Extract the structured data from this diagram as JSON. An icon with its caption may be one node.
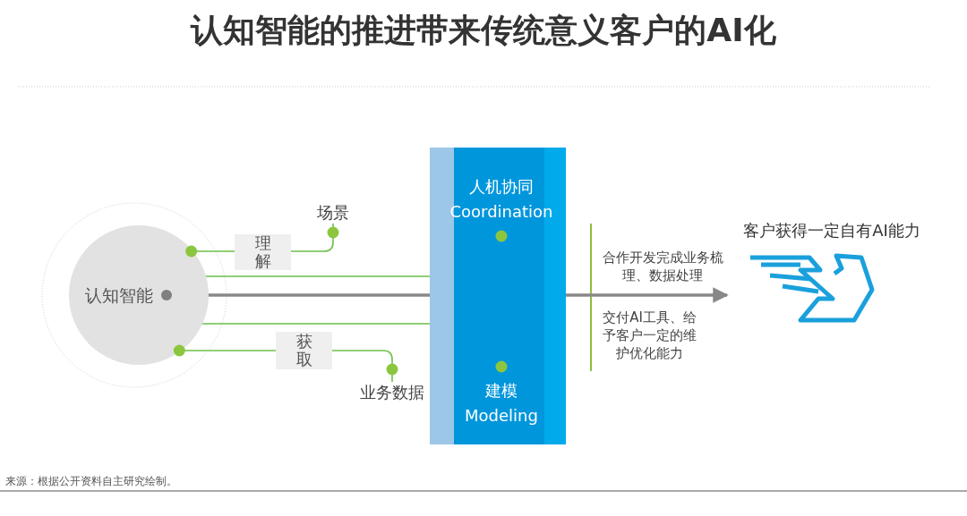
{
  "diagram": {
    "title": "认知智能的推进带来传统意义客户的AI化",
    "nodes": [
      {
        "text": [
          "认知智能"
        ]
      },
      {
        "text": [
          "理解"
        ]
      },
      {
        "text": [
          "场景"
        ]
      },
      {
        "text": [
          "获取"
        ]
      },
      {
        "text": [
          "业务数据"
        ]
      },
      {
        "text": [],
        "shape": "bar"
      },
      {
        "text": [
          "人机协同",
          "Coordination"
        ],
        "in": 5
      },
      {
        "text": [
          "建模",
          "Modeling"
        ],
        "in": 5
      },
      {
        "text": [
          "客户获得一定自有AI能力"
        ]
      }
    ],
    "edges": [
      {
        "from": 0,
        "to": 1,
        "arrow": "none"
      },
      {
        "from": 1,
        "to": 2,
        "arrow": "none"
      },
      {
        "from": 0,
        "to": 3,
        "arrow": "none"
      },
      {
        "from": 3,
        "to": 4,
        "arrow": "none"
      },
      {
        "from": 0,
        "to": 6,
        "arrow": "none"
      },
      {
        "from": 0,
        "to": 7,
        "arrow": "none"
      },
      {
        "from": 0,
        "to": 8,
        "arrow": "to",
        "color": "#888888",
        "style": "thick"
      }
    ],
    "labels": [
      "合作开发完成业务梳理、数据处理",
      "交付AI工具、给予客户一定的维护优化能力",
      "来源：根据公开资料自主研究绘制。"
    ]
  }
}
